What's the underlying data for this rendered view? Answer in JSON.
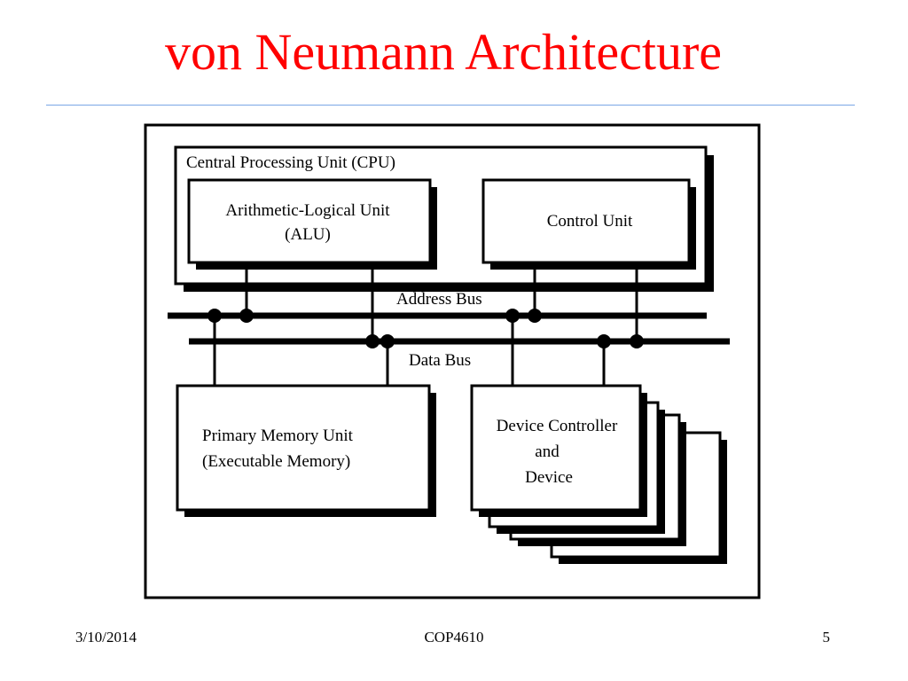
{
  "slide": {
    "title": "von Neumann Architecture"
  },
  "diagram": {
    "cpu_label": "Central Processing Unit (CPU)",
    "alu_label": [
      "Arithmetic-Logical Unit",
      "(ALU)"
    ],
    "control_unit_label": "Control Unit",
    "address_bus_label": "Address Bus",
    "data_bus_label": "Data Bus",
    "memory_label": [
      "Primary Memory Unit",
      "(Executable Memory)"
    ],
    "device_label": [
      "Device Controller",
      "and",
      "Device"
    ]
  },
  "footer": {
    "date": "3/10/2014",
    "course": "COP4610",
    "page": "5"
  }
}
